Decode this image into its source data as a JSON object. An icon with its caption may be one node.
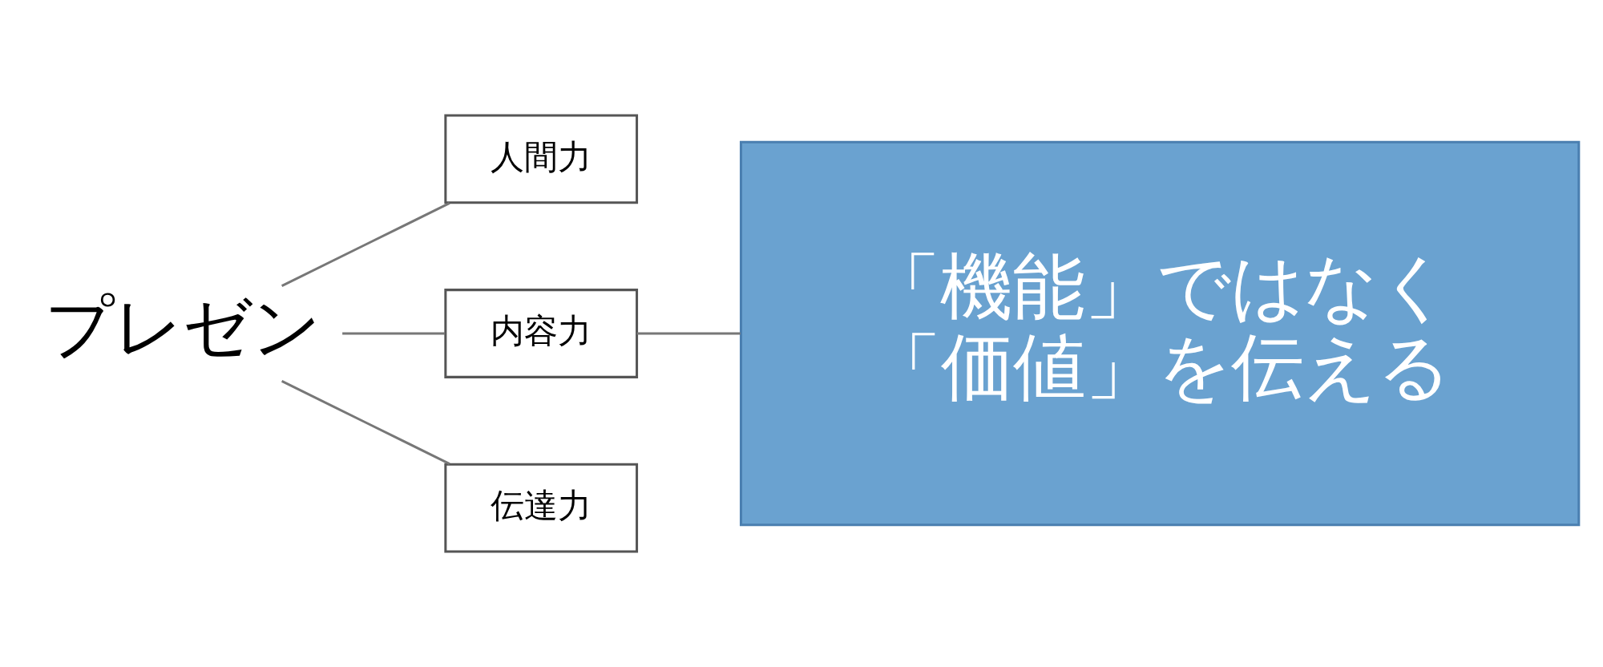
{
  "diagram": {
    "nodes": [
      {
        "text": [
          "プレゼン"
        ]
      },
      {
        "text": [
          "人間力"
        ]
      },
      {
        "text": [
          "内容力"
        ]
      },
      {
        "text": [
          "伝達力"
        ]
      },
      {
        "text": [
          "「機能」ではなく「価値」を伝える"
        ]
      }
    ],
    "edges": [
      {
        "from": 0,
        "to": 1,
        "arrow": "none"
      },
      {
        "from": 0,
        "to": 2,
        "arrow": "none"
      },
      {
        "from": 0,
        "to": 3,
        "arrow": "none"
      },
      {
        "from": 4,
        "to": 2,
        "arrow": "none"
      }
    ]
  }
}
